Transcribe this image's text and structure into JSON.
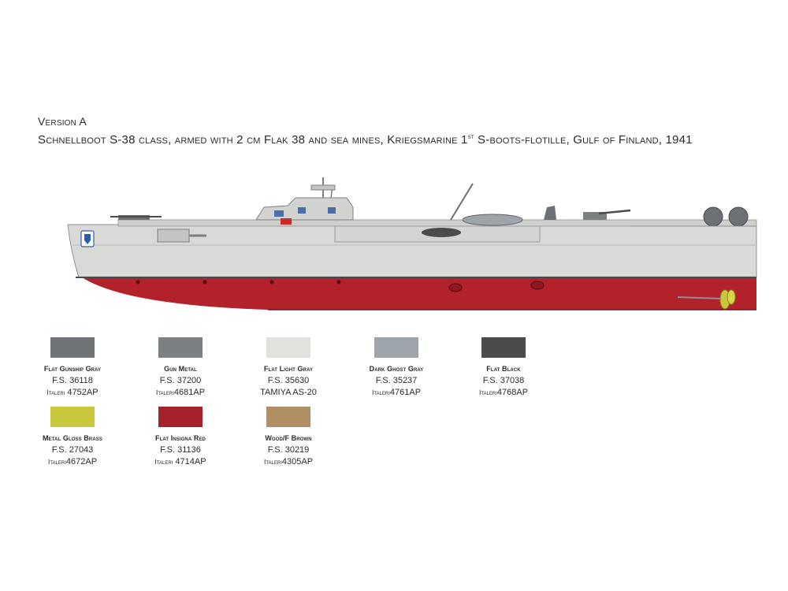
{
  "header": {
    "version": "Version A",
    "caption_main": "Schnellboot S-38 class, armed with 2 cm Flak 38 and sea mines, Kriegsmarine 1",
    "caption_sup": "st",
    "caption_tail": " S-boots-flotille, Gulf of Finland, 1941"
  },
  "colors": {
    "hull_upper": "#d9dad7",
    "hull_lower": "#b3212a",
    "deck": "#cfd0cd"
  },
  "swatches": [
    {
      "name": "Flat Gunship Gray",
      "fs": "F.S. 36118",
      "brand": "Italeri",
      "code": "4752AP",
      "color": "#707377"
    },
    {
      "name": "Gun Metal",
      "fs": "F.S. 37200",
      "brand": "Italeri",
      "code": "4681AP",
      "color": "#7d8083"
    },
    {
      "name": "Flat Light Gray",
      "fs": "F.S. 35630",
      "brand": "",
      "code": "TAMIYA AS-20",
      "color": "#e2e1de"
    },
    {
      "name": "Dark Ghost Gray",
      "fs": "F.S. 35237",
      "brand": "Italeri",
      "code": "4761AP",
      "color": "#9da5ab"
    },
    {
      "name": "Flat Black",
      "fs": "F.S. 37038",
      "brand": "Italeri",
      "code": "4768AP",
      "color": "#4a4b4d"
    },
    {
      "name": "Metal Gloss Brass",
      "fs": "F.S. 27043",
      "brand": "Italeri",
      "code": "4672AP",
      "color": "#c9c83c"
    },
    {
      "name": "Flat Insigna Red",
      "fs": "F.S. 31136",
      "brand": "Italeri",
      "code": "4714AP",
      "color": "#a5222b"
    },
    {
      "name": "Wood/F Brown",
      "fs": "F.S. 30219",
      "brand": "Italeri",
      "code": "4305AP",
      "color": "#b08f65"
    }
  ]
}
